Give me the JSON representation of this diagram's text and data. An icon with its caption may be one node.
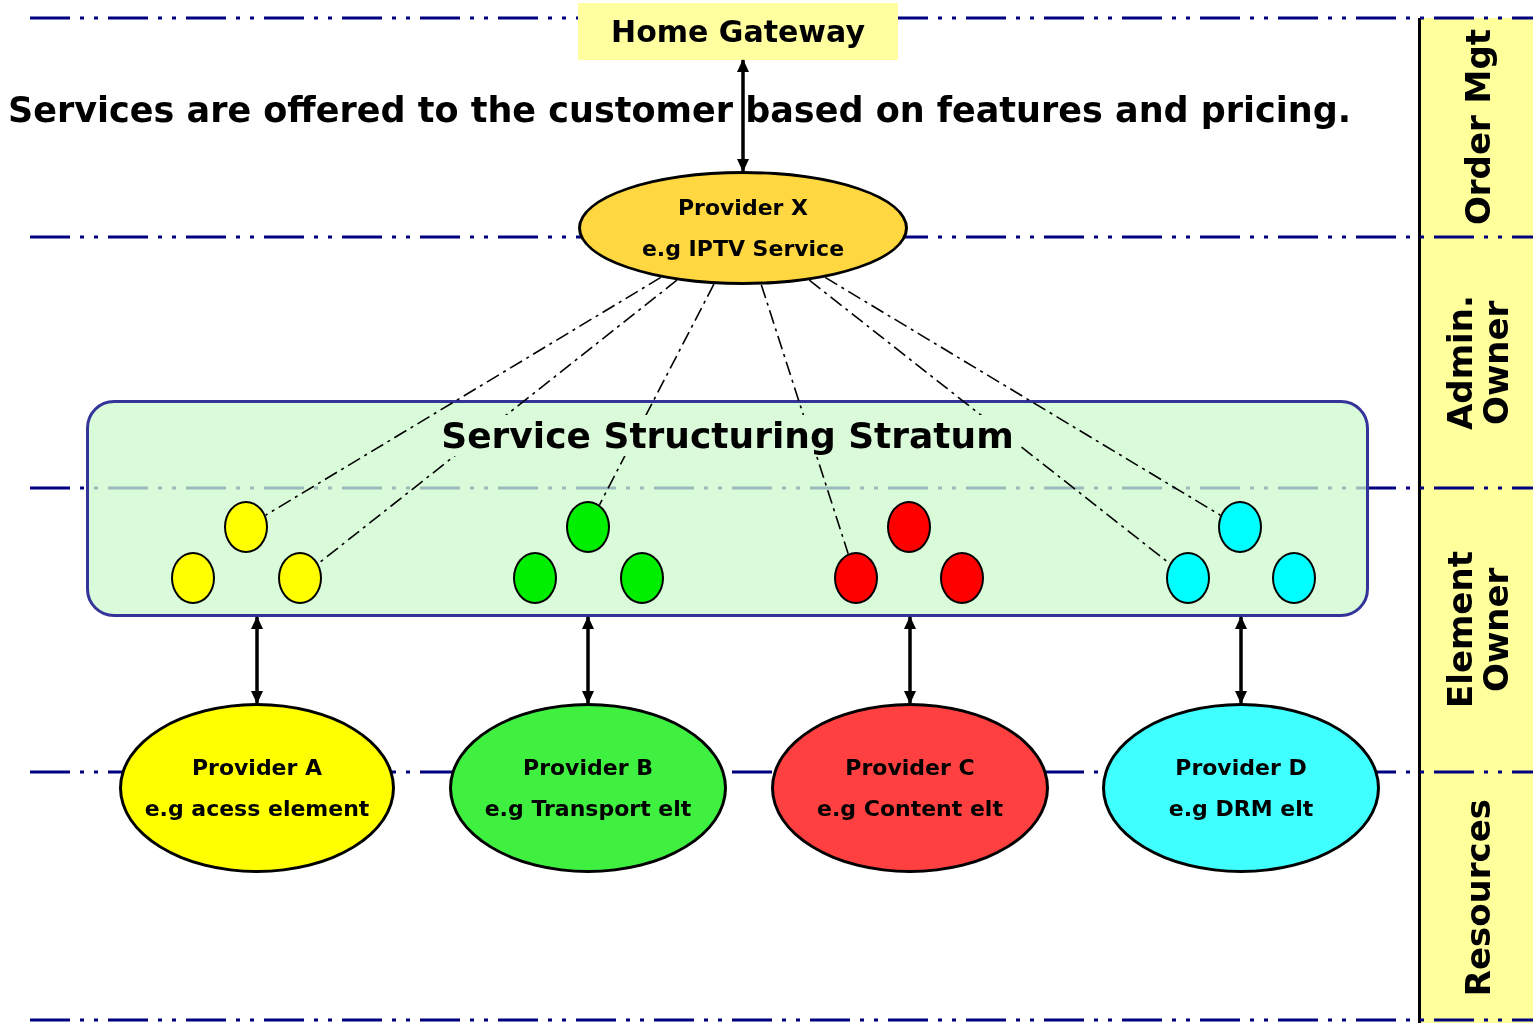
{
  "diagram": {
    "nodes": [
      {
        "text": [
          "Home Gateway"
        ]
      },
      {
        "text": [
          "Provider X",
          "e.g IPTV Service"
        ]
      },
      {
        "text": [
          "Service Structuring Stratum"
        ]
      },
      {
        "text": [],
        "shape": "circle",
        "in": 2
      },
      {
        "text": [],
        "shape": "circle",
        "in": 2
      },
      {
        "text": [],
        "shape": "circle",
        "in": 2
      },
      {
        "text": [],
        "shape": "circle",
        "in": 2
      },
      {
        "text": [],
        "shape": "circle",
        "in": 2
      },
      {
        "text": [],
        "shape": "circle",
        "in": 2
      },
      {
        "text": [],
        "shape": "circle",
        "in": 2
      },
      {
        "text": [],
        "shape": "circle",
        "in": 2
      },
      {
        "text": [],
        "shape": "circle",
        "in": 2
      },
      {
        "text": [],
        "shape": "circle",
        "in": 2
      },
      {
        "text": [],
        "shape": "circle",
        "in": 2
      },
      {
        "text": [],
        "shape": "circle",
        "in": 2
      },
      {
        "text": [
          "Provider A",
          "e.g acess element"
        ]
      },
      {
        "text": [
          "Provider B",
          "e.g Transport elt"
        ]
      },
      {
        "text": [
          "Provider C",
          "e.g Content elt"
        ]
      },
      {
        "text": [
          "Provider D",
          "e.g DRM elt"
        ]
      }
    ],
    "edges": [
      {
        "from": 0,
        "to": 1,
        "arrow": "both"
      },
      {
        "from": 1,
        "to": 4,
        "arrow": "none",
        "style": "dashed"
      },
      {
        "from": 1,
        "to": 5,
        "arrow": "none",
        "style": "dashed"
      },
      {
        "from": 1,
        "to": 7,
        "arrow": "none",
        "style": "dashed"
      },
      {
        "from": 1,
        "to": 9,
        "arrow": "none",
        "style": "dashed"
      },
      {
        "from": 1,
        "to": 12,
        "arrow": "none",
        "style": "dashed"
      },
      {
        "from": 1,
        "to": 13,
        "arrow": "none",
        "style": "dashed"
      },
      {
        "from": 2,
        "to": 15,
        "arrow": "both"
      },
      {
        "from": 2,
        "to": 16,
        "arrow": "both"
      },
      {
        "from": 2,
        "to": 17,
        "arrow": "both"
      },
      {
        "from": 2,
        "to": 18,
        "arrow": "both"
      }
    ],
    "labels": [
      "Services are offered to the customer based on features and pricing.",
      "Order Mgt",
      "Admin. Owner",
      "Element Owner",
      "Resources"
    ]
  }
}
